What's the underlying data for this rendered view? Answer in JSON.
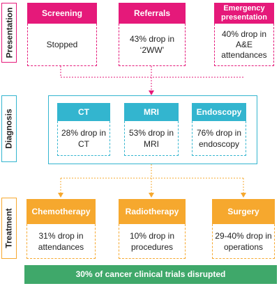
{
  "colors": {
    "presentation": "#e5197a",
    "diagnosis": "#33b5cf",
    "treatment": "#f6a82e",
    "banner": "#3fa86a"
  },
  "stages": {
    "presentation": "Presentation",
    "diagnosis": "Diagnosis",
    "treatment": "Treatment"
  },
  "presentation": [
    {
      "title": "Screening",
      "text": "Stopped"
    },
    {
      "title": "Referrals",
      "text": "43% drop in\n‘2WW’"
    },
    {
      "title": "Emergency\npresentation",
      "text": "40% drop in\nA&E\nattendances"
    }
  ],
  "diagnosis": [
    {
      "title": "CT",
      "text": "28% drop in\nCT"
    },
    {
      "title": "MRI",
      "text": "53% drop in\nMRI"
    },
    {
      "title": "Endoscopy",
      "text": "76% drop in\nendoscopy"
    }
  ],
  "treatment": [
    {
      "title": "Chemotherapy",
      "text": "31% drop in\nattendances"
    },
    {
      "title": "Radiotherapy",
      "text": "10% drop in\nprocedures"
    },
    {
      "title": "Surgery",
      "text": "29-40% drop in\noperations"
    }
  ],
  "banner": "30% of cancer clinical trials disrupted"
}
